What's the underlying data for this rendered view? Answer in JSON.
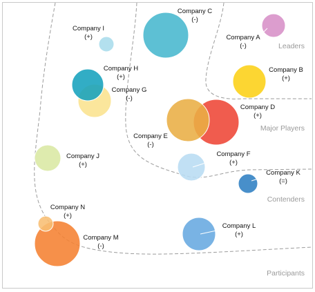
{
  "chart_data": {
    "type": "bubble",
    "zones": [
      "Leaders",
      "Major Players",
      "Contenders",
      "Participants"
    ],
    "series": [
      {
        "name": "Company A",
        "trend": "(-)",
        "color": "#d78fc7"
      },
      {
        "name": "Company B",
        "trend": "(+)",
        "color": "#fcd016"
      },
      {
        "name": "Company C",
        "trend": "(-)",
        "color": "#47b7ce"
      },
      {
        "name": "Company D",
        "trend": "(+)",
        "color": "#ee4636"
      },
      {
        "name": "Company E",
        "trend": "(-)",
        "color": "#e9ae44"
      },
      {
        "name": "Company F",
        "trend": "(+)",
        "color": "#b8dcf2"
      },
      {
        "name": "Company G",
        "trend": "(-)",
        "color": "#fbe38e"
      },
      {
        "name": "Company H",
        "trend": "(+)",
        "color": "#16a2bd"
      },
      {
        "name": "Company I",
        "trend": "(+)",
        "color": "#a9dcec"
      },
      {
        "name": "Company J",
        "trend": "(+)",
        "color": "#d9e8a3"
      },
      {
        "name": "Company K",
        "trend": "(=)",
        "color": "#2f7fc3"
      },
      {
        "name": "Company L",
        "trend": "(+)",
        "color": "#67a9e0"
      },
      {
        "name": "Company M",
        "trend": "(-)",
        "color": "#f58131"
      },
      {
        "name": "Company N",
        "trend": "(+)",
        "color": "#f8be73"
      }
    ]
  }
}
